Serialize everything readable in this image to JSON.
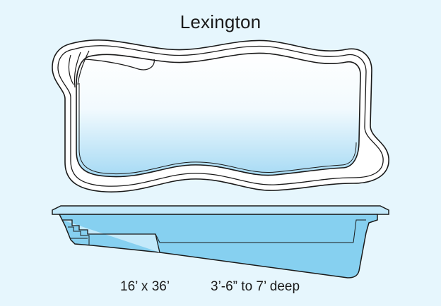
{
  "pool": {
    "name": "Lexington",
    "size": "16’ x 36’",
    "depth": "3’-6” to 7’ deep"
  },
  "colors": {
    "background": "#e6f6fd",
    "outline": "#1a1a1a",
    "coping": "#ffffff",
    "water_top": "#ffffff",
    "water_bottom": "#a6daf4",
    "shell": "#86d0f0",
    "shell_light": "#c3e9fa"
  }
}
